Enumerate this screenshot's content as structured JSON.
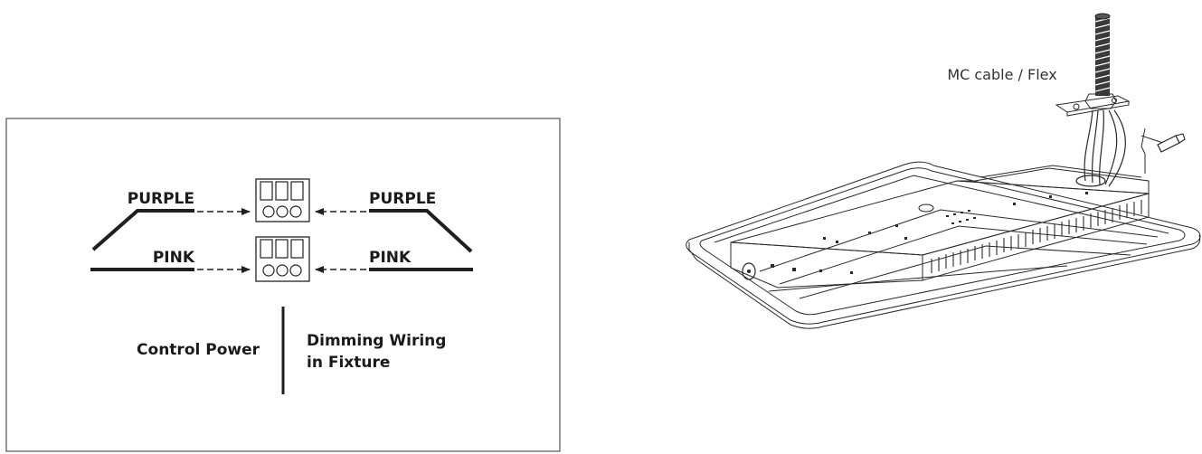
{
  "wiring_panel": {
    "labels": {
      "purple_left": "PURPLE",
      "purple_right": "PURPLE",
      "pink_left": "PINK",
      "pink_right": "PINK"
    },
    "captions": {
      "control_power": "Control Power",
      "dimming_line1": "Dimming Wiring",
      "dimming_line2": "in Fixture"
    }
  },
  "fixture": {
    "callout": "MC cable / Flex"
  }
}
